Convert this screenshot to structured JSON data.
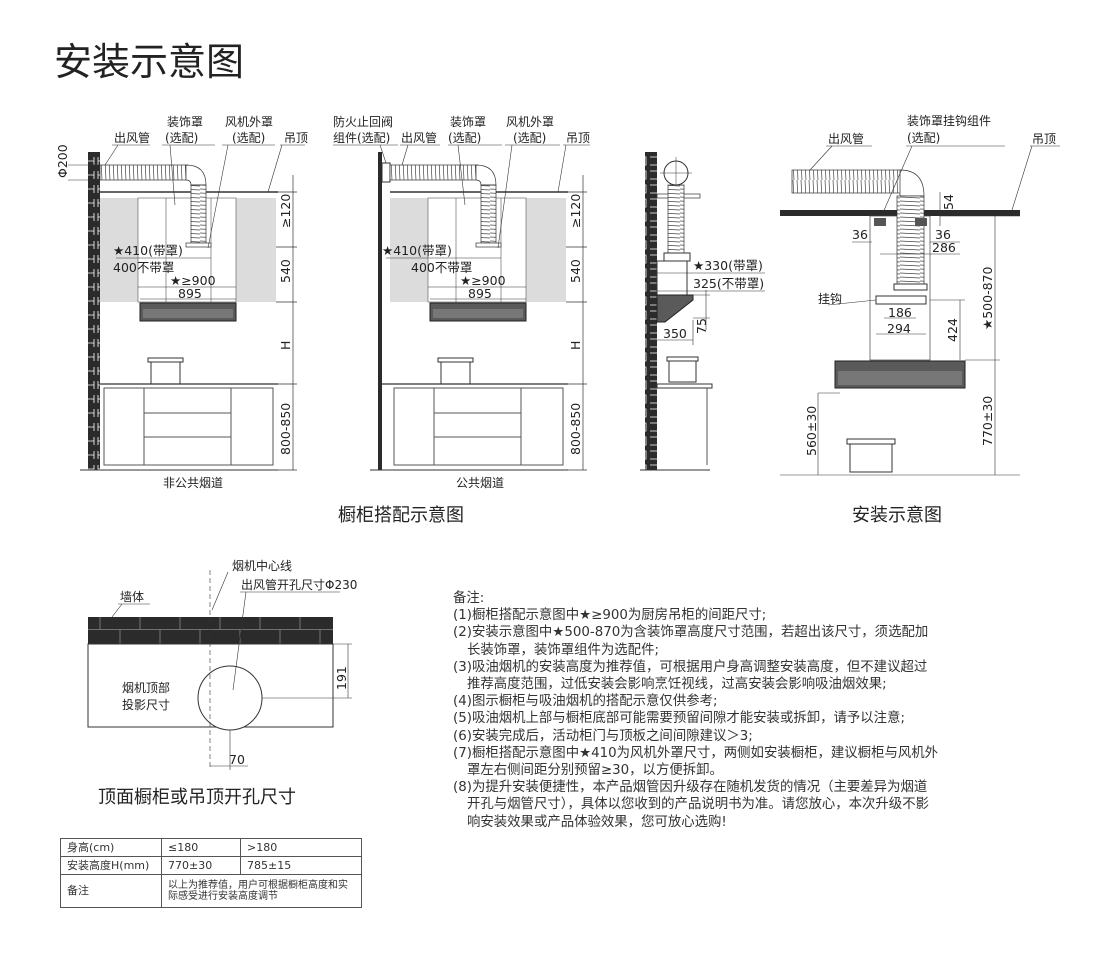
{
  "title": "安装示意图",
  "diagram1": {
    "outlet_pipe": "出风管",
    "deco_cover": "装饰罩",
    "optional": "(选配)",
    "fan_cover": "风机外罩",
    "ceiling": "吊顶",
    "diameter": "Φ200",
    "dim_120": "≥120",
    "dim_540": "540",
    "dim_h": "H",
    "dim_800_850": "800-850",
    "dim_410": "★410(带罩)",
    "dim_400": "400不带罩",
    "dim_900": "★≥900",
    "dim_895": "895",
    "caption": "非公共烟道"
  },
  "diagram2": {
    "valve_line1": "防火止回阀",
    "valve_line2": "组件(选配)",
    "outlet_pipe": "出风管",
    "deco_cover": "装饰罩",
    "optional": "(选配)",
    "fan_cover": "风机外罩",
    "ceiling": "吊顶",
    "dim_120": "≥120",
    "dim_540": "540",
    "dim_h": "H",
    "dim_800_850": "800-850",
    "dim_410": "★410(带罩)",
    "dim_400": "400不带罩",
    "dim_900": "★≥900",
    "dim_895": "895",
    "caption": "公共烟道"
  },
  "cabinet_caption": "橱柜搭配示意图",
  "diagram3": {
    "dim_330": "★330(带罩)",
    "dim_325": "325(不带罩)",
    "dim_75": "75",
    "dim_350": "350"
  },
  "diagram4": {
    "outlet_pipe": "出风管",
    "hook_kit": "装饰罩挂钩组件",
    "optional": "(选配)",
    "ceiling": "吊顶",
    "dim_54": "54",
    "dim_36a": "36",
    "dim_36b": "36",
    "dim_286": "286",
    "hook": "挂钩",
    "dim_186": "186",
    "dim_294": "294",
    "dim_424": "424",
    "dim_500_870": "★500-870",
    "dim_560": "560±30",
    "dim_770": "770±30",
    "caption": "安装示意图"
  },
  "hole_diagram": {
    "center_line": "烟机中心线",
    "hole_size": "出风管开孔尺寸Φ230",
    "wall": "墙体",
    "projection_line1": "烟机顶部",
    "projection_line2": "投影尺寸",
    "dim_191": "191",
    "dim_70": "70",
    "caption": "顶面橱柜或吊顶开孔尺寸"
  },
  "table": {
    "rows": [
      [
        "身高(cm)",
        "≤180",
        ">180"
      ],
      [
        "安装高度H(mm)",
        "770±30",
        "785±15"
      ],
      [
        "备注",
        "以上为推荐值，用户可根据橱柜高度和实际感受进行安装高度调节"
      ]
    ]
  },
  "notes": {
    "heading": "备注:",
    "lines": [
      "(1)橱柜搭配示意图中★≥900为厨房吊柜的间距尺寸;",
      "(2)安装示意图中★500-870为含装饰罩高度尺寸范围，若超出该尺寸，须选配加",
      "长装饰罩，装饰罩组件为选配件;",
      "(3)吸油烟机的安装高度为推荐值，可根据用户身高调整安装高度，但不建议超过",
      "推荐高度范围，过低安装会影响烹饪视线，过高安装会影响吸油烟效果;",
      "(4)图示橱柜与吸油烟机的搭配示意仅供参考;",
      "(5)吸油烟机上部与橱柜底部可能需要预留间隙才能安装或拆卸，请予以注意;",
      "(6)安装完成后，活动柜门与顶板之间间隙建议＞3;",
      "(7)橱柜搭配示意图中★410为风机外罩尺寸，两侧如安装橱柜，建议橱柜与风机外",
      "罩左右侧间距分别预留≥30，以方便拆卸。",
      "(8)为提升安装便捷性，本产品烟管因升级存在随机发货的情况（主要差异为烟道",
      "开孔与烟管尺寸），具体以您收到的产品说明书为准。请您放心，本次升级不影",
      "响安装效果或产品体验效果，您可放心选购!"
    ]
  },
  "colors": {
    "wall": "#2b2b2b",
    "cabinet": "#dcdcdc",
    "hood": "#5a5a5a",
    "text": "#222222"
  }
}
